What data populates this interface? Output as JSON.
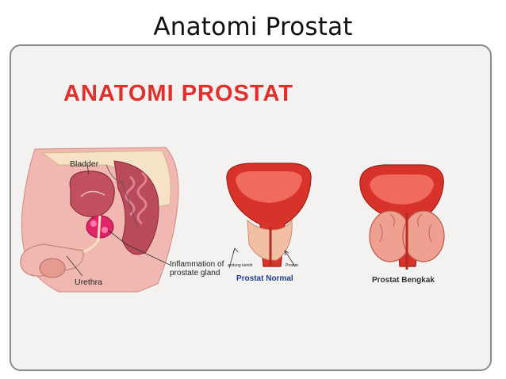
{
  "slide": {
    "title": "Anatomi Prostat"
  },
  "card": {
    "heading": "ANATOMI PROSTAT",
    "labels": {
      "bladder": "Bladder",
      "urethra": "Urethra",
      "inflammation_line1": "Inflammation of",
      "inflammation_line2": "prostate gland",
      "kandung_kemih": "andung kemih",
      "prostat": "Prostat",
      "prostat_normal": "Prostat Normal",
      "prostat_bengkak": "Prostat Bengkak"
    }
  },
  "colors": {
    "heading_red": "#e0302b",
    "normal_label_blue": "#1f3d8f",
    "tissue_red": "#d8332a",
    "skin": "#f0b8b0"
  }
}
